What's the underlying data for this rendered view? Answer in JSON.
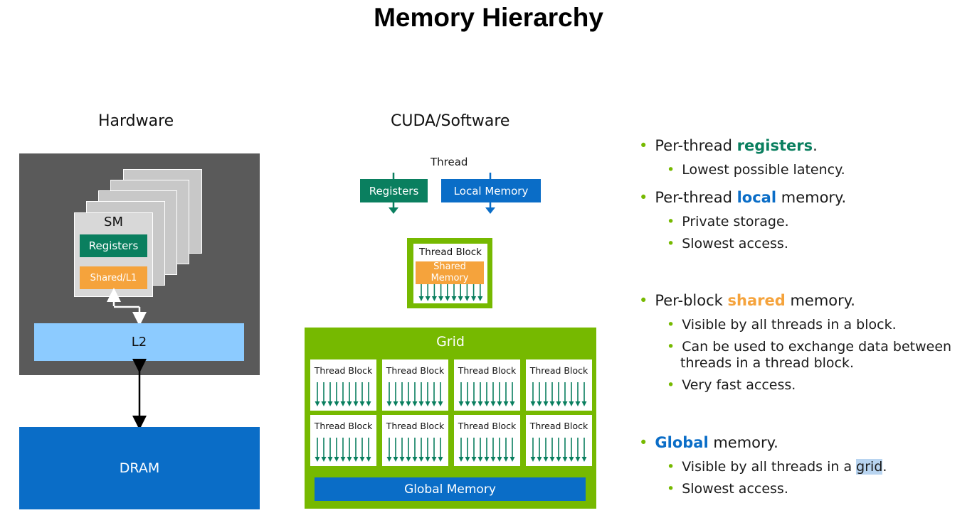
{
  "title": "Memory Hierarchy",
  "hardware": {
    "heading": "Hardware",
    "sm": "SM",
    "registers": "Registers",
    "shared_l1": "Shared/L1",
    "l2": "L2",
    "dram": "DRAM"
  },
  "software": {
    "heading": "CUDA/Software",
    "thread": "Thread",
    "registers": "Registers",
    "local_memory": "Local Memory",
    "thread_block": "Thread Block",
    "shared_memory_line1": "Shared",
    "shared_memory_line2": "Memory",
    "grid": "Grid",
    "grid_block_label": "Thread Block",
    "global_memory": "Global Memory"
  },
  "colors": {
    "green_registers": "#0a7f5f",
    "blue_memory": "#0a6dc7",
    "orange_shared": "#f5a33c",
    "lime_grid": "#76b900",
    "l2_light_blue": "#8ccbff",
    "hw_gray": "#5a5a5a"
  },
  "bullets": {
    "registers": {
      "pre": "Per-thread ",
      "key": "registers",
      "post": ".",
      "subs": [
        "Lowest possible latency."
      ]
    },
    "local": {
      "pre": "Per-thread ",
      "key": "local",
      "post": " memory.",
      "subs": [
        "Private storage.",
        "Slowest access."
      ]
    },
    "shared": {
      "pre": "Per-block ",
      "key": "shared",
      "post": " memory.",
      "subs": [
        "Visible by all threads in a block.",
        "Can be used to exchange data between",
        "threads in a thread block.",
        "Very fast access."
      ]
    },
    "global": {
      "key": "Global",
      "post": " memory.",
      "sub1_pre": "Visible by all threads in a ",
      "sub1_hl": "grid",
      "sub1_post": ".",
      "sub2": "Slowest access."
    }
  }
}
